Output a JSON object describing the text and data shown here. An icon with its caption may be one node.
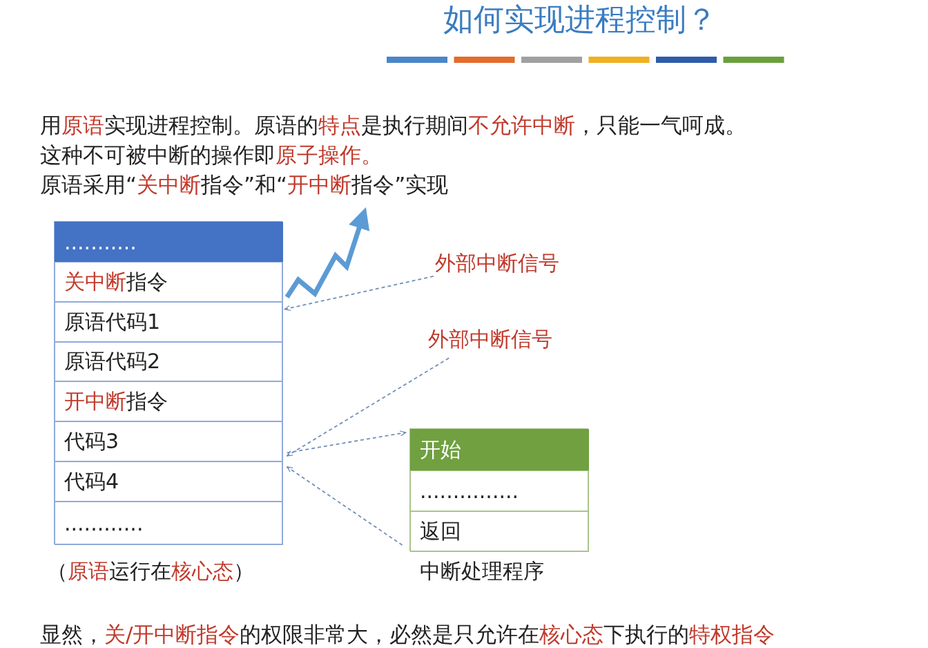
{
  "diagram": {
    "title": "如何实现进程控制？",
    "nodes": [
      {
        "text": [],
        "shape": "box",
        "beside": [
          "（**原语**运行在**核心态**）"
        ]
      },
      {
        "text": [
          "..........."
        ],
        "in": 0
      },
      {
        "text": [
          "**关中断**指令"
        ],
        "in": 0
      },
      {
        "text": [
          "原语代码1"
        ],
        "in": 0
      },
      {
        "text": [
          "原语代码2"
        ],
        "in": 0
      },
      {
        "text": [
          "**开中断**指令"
        ],
        "in": 0
      },
      {
        "text": [
          "代码3"
        ],
        "in": 0
      },
      {
        "text": [
          "代码4"
        ],
        "in": 0
      },
      {
        "text": [
          "............"
        ],
        "in": 0
      },
      {
        "text": [
          "外部中断信号"
        ]
      },
      {
        "text": [
          "外部中断信号"
        ]
      },
      {
        "text": [],
        "shape": "box",
        "beside": [
          "中断处理程序"
        ]
      },
      {
        "text": [
          "开始"
        ],
        "in": 11
      },
      {
        "text": [
          "..............."
        ],
        "in": 11
      },
      {
        "text": [
          "返回"
        ],
        "in": 11
      }
    ],
    "edges": [
      {
        "from": 9,
        "to": 3,
        "arrow": "to",
        "style": "dashed"
      },
      {
        "from": 10,
        "to": 6,
        "arrow": "to",
        "style": "dashed"
      },
      {
        "from": 6,
        "to": 12,
        "arrow": "to",
        "style": "dashed"
      },
      {
        "from": 14,
        "to": 7,
        "arrow": "to",
        "style": "dashed"
      },
      {
        "from": 2,
        "to": null,
        "arrow": "to",
        "style": "thick",
        "color": "#5b9bd5"
      }
    ],
    "labels": [
      "用**原语**实现进程控制。原语的**特点**是执行期间**不允许中断**，只能一气呵成。",
      "这种不可被中断的操作即**原子操作。**",
      "原语采用“**关中断**指令”和“**开中断**指令”实现",
      "显然，**关/开中断指令**的权限非常大，必然是只允许在**核心态**下执行的**特权指令**"
    ]
  }
}
